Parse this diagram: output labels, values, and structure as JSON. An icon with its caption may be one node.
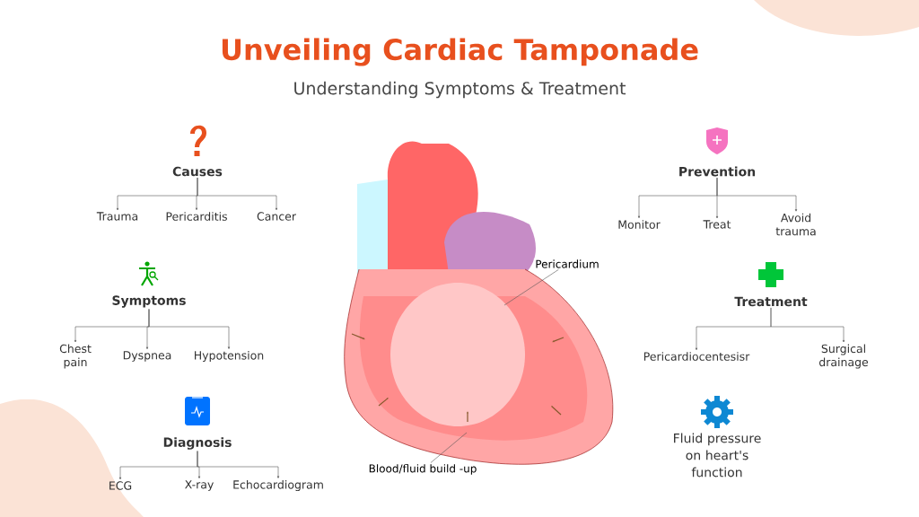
{
  "diagram": {
    "title": "Unveiling Cardiac Tamponade",
    "nodes": [
      {
        "text": [
          "Causes"
        ]
      },
      {
        "text": [
          "Trauma"
        ]
      },
      {
        "text": [
          "Pericarditis"
        ]
      },
      {
        "text": [
          "Cancer"
        ]
      },
      {
        "text": [
          "Symptoms"
        ]
      },
      {
        "text": [
          "Chest pain"
        ]
      },
      {
        "text": [
          "Dyspnea"
        ]
      },
      {
        "text": [
          "Hypotension"
        ]
      },
      {
        "text": [
          "Diagnosis"
        ]
      },
      {
        "text": [
          "ECG"
        ]
      },
      {
        "text": [
          "X-ray"
        ]
      },
      {
        "text": [
          "Echocardiogram"
        ]
      },
      {
        "text": [
          "Prevention"
        ]
      },
      {
        "text": [
          "Monitor"
        ]
      },
      {
        "text": [
          "Treat"
        ]
      },
      {
        "text": [
          "Avoid trauma"
        ]
      },
      {
        "text": [
          "Treatment"
        ]
      },
      {
        "text": [
          "Pericardiocentesisr"
        ]
      },
      {
        "text": [
          "Surgical drainage"
        ]
      },
      {
        "text": [],
        "shape": "picture"
      },
      {
        "text": [
          "Pericardium"
        ]
      },
      {
        "text": [
          "Blood/fluid build -up"
        ]
      }
    ],
    "edges": [
      {
        "from": 0,
        "to": 1,
        "arrow": "to"
      },
      {
        "from": 0,
        "to": 2,
        "arrow": "to"
      },
      {
        "from": 0,
        "to": 3,
        "arrow": "to"
      },
      {
        "from": 4,
        "to": 5,
        "arrow": "to"
      },
      {
        "from": 4,
        "to": 6,
        "arrow": "to"
      },
      {
        "from": 4,
        "to": 7,
        "arrow": "to"
      },
      {
        "from": 8,
        "to": 9,
        "arrow": "to"
      },
      {
        "from": 8,
        "to": 10,
        "arrow": "to"
      },
      {
        "from": 8,
        "to": 11,
        "arrow": "to"
      },
      {
        "from": 12,
        "to": 13,
        "arrow": "to"
      },
      {
        "from": 12,
        "to": 14,
        "arrow": "to"
      },
      {
        "from": 12,
        "to": 15,
        "arrow": "to"
      },
      {
        "from": 16,
        "to": 17,
        "arrow": "to"
      },
      {
        "from": 16,
        "to": 18,
        "arrow": "to"
      },
      {
        "from": 20,
        "to": 19,
        "arrow": "none"
      },
      {
        "from": 21,
        "to": 19,
        "arrow": "none"
      }
    ],
    "labels": [
      "Understanding Symptoms & Treatment",
      "Fluid pressure on heart's function"
    ]
  }
}
